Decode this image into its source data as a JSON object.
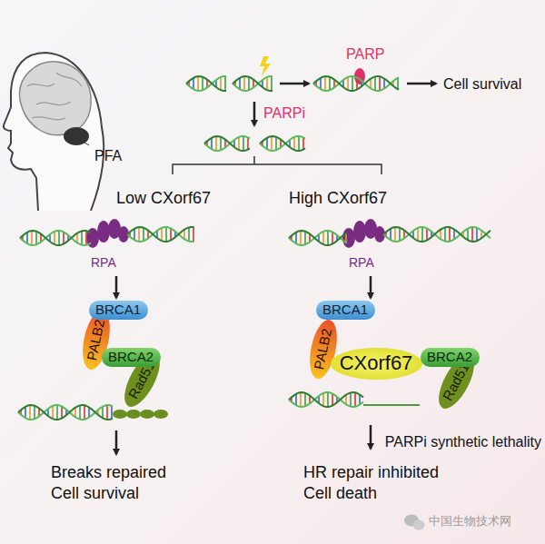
{
  "diagram": {
    "nodes": [
      {
        "text": [
          "BRCA1"
        ]
      },
      {
        "text": [
          "PALB2"
        ]
      },
      {
        "text": [
          "BRCA2"
        ]
      },
      {
        "text": [
          "Rad51"
        ]
      },
      {
        "text": [
          "BRCA1"
        ]
      },
      {
        "text": [
          "PALB2"
        ]
      },
      {
        "text": [
          "CXorf67"
        ]
      },
      {
        "text": [
          "BRCA2"
        ]
      },
      {
        "text": [
          "Rad51"
        ]
      }
    ],
    "labels": [
      "PFA",
      "PARP",
      "Cell survival",
      "PARPi",
      "Low CXorf67",
      "High CXorf67",
      "RPA",
      "RPA",
      "Breaks repaired Cell survival",
      "PARPi synthetic lethality",
      "HR repair inhibited Cell death",
      "中国生物技术网"
    ]
  }
}
